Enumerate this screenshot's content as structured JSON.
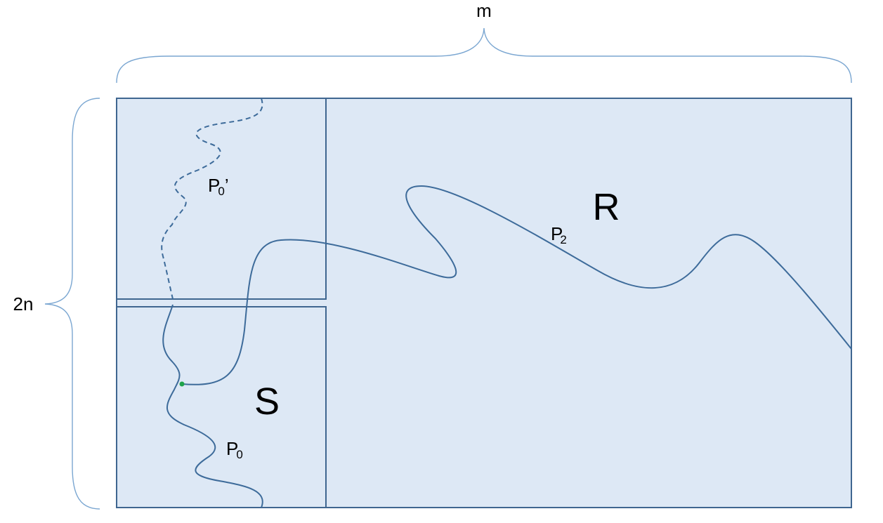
{
  "dimensions": {
    "width_label": "m",
    "height_label": "2n"
  },
  "regions": {
    "big": "R",
    "small": "S"
  },
  "paths": {
    "p0_prime": {
      "base": "P",
      "sub": "0",
      "prime": "’"
    },
    "p0": {
      "base": "P",
      "sub": "0"
    },
    "p2": {
      "base": "P",
      "sub": "2"
    }
  },
  "colors": {
    "fill": "#dde8f5",
    "stroke": "#3f6690",
    "curve": "#3d6b9a",
    "brace": "#7aa6d1",
    "junction": "#1fa34a"
  }
}
